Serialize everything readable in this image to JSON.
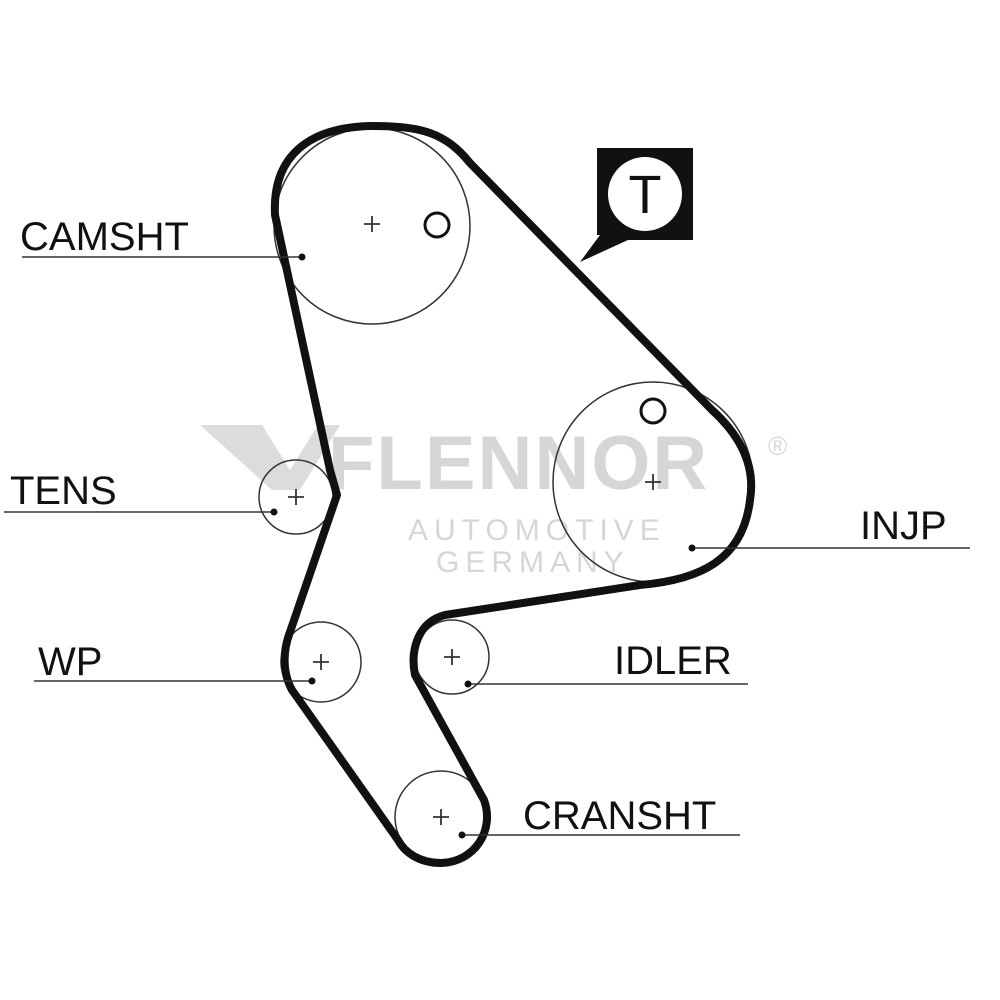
{
  "diagram": {
    "labels": {
      "camshaft": "CAMSHT",
      "tensioner": "TENS",
      "water_pump": "WP",
      "injection_pump": "INJP",
      "idler": "IDLER",
      "crankshaft": "CRANSHT"
    },
    "timing_marker": "T"
  },
  "watermark": {
    "brand": "FLENNOR",
    "registered": "®",
    "line1": "AUTOMOTIVE",
    "line2": "GERMANY"
  },
  "colors": {
    "belt": "#111111",
    "pulley": "#333333",
    "watermark": "#d6d6d6"
  }
}
